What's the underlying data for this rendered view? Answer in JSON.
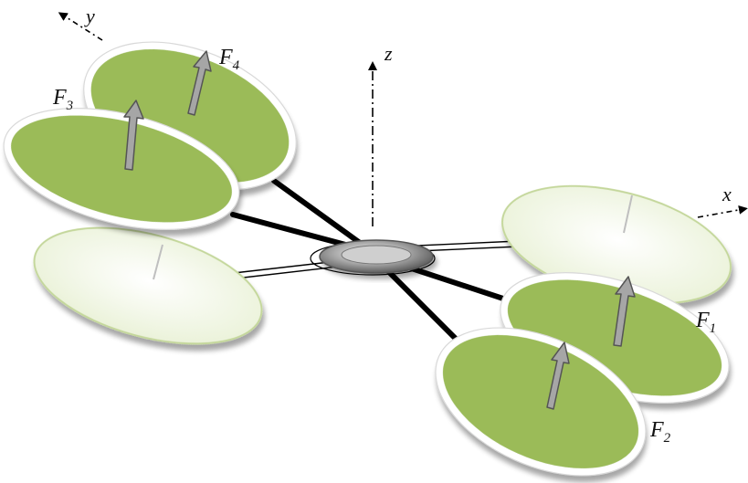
{
  "axes": {
    "x_label": "x",
    "y_label": "y",
    "z_label": "z"
  },
  "forces": [
    {
      "symbol": "F",
      "subscript": "1"
    },
    {
      "symbol": "F",
      "subscript": "2"
    },
    {
      "symbol": "F",
      "subscript": "3"
    },
    {
      "symbol": "F",
      "subscript": "4"
    }
  ],
  "colors": {
    "active_rotor_fill": "#9bbb59",
    "active_rotor_edge": "#7f9f3e",
    "inactive_rotor_edge": "#c4d79b",
    "inactive_rotor_fill_center": "#ffffff",
    "inactive_rotor_fill_edge": "#eef4de",
    "arm": "#000000",
    "arrow_fill": "#a6a6a6",
    "arrow_stroke": "#555555",
    "hub": "#8c8c8c",
    "axis": "#000000"
  }
}
